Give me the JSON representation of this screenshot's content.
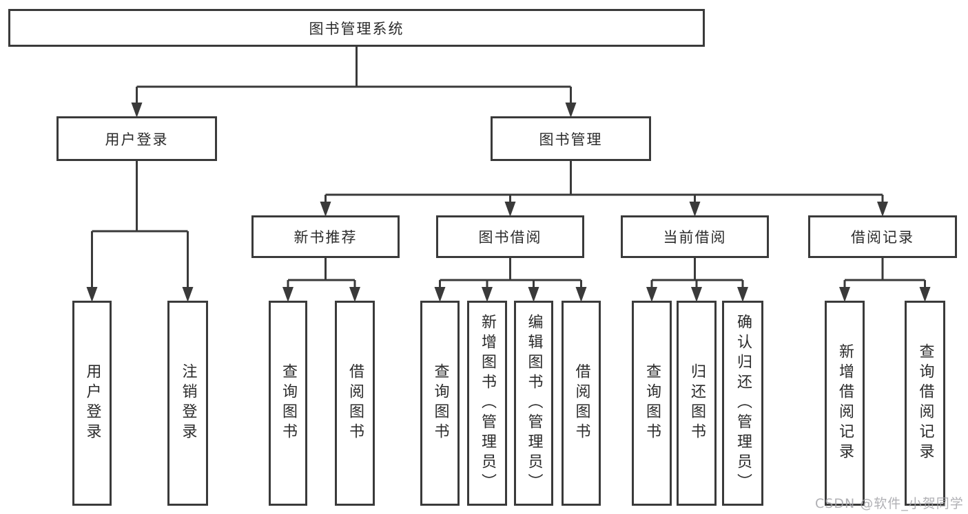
{
  "watermark": {
    "text": "CSDN @软件_小贺同学"
  },
  "colors": {
    "line": "#3a3a3a",
    "box_border": "#3a3a3a",
    "box_fill": "#ffffff",
    "text": "#2b2b2b",
    "watermark": "#a3a3a8"
  },
  "diagram": {
    "title": "图书管理系统",
    "nodes": [
      {
        "id": "root",
        "label": "图书管理系统",
        "orientation": "horizontal"
      },
      {
        "id": "user-login",
        "label": "用户登录",
        "orientation": "horizontal"
      },
      {
        "id": "book-management",
        "label": "图书管理",
        "orientation": "horizontal"
      },
      {
        "id": "new-book-recommend",
        "label": "新书推荐",
        "orientation": "horizontal"
      },
      {
        "id": "book-borrow",
        "label": "图书借阅",
        "orientation": "horizontal"
      },
      {
        "id": "current-borrow",
        "label": "当前借阅",
        "orientation": "horizontal"
      },
      {
        "id": "borrow-records",
        "label": "借阅记录",
        "orientation": "horizontal"
      },
      {
        "id": "login",
        "label": "用户登录",
        "orientation": "vertical"
      },
      {
        "id": "logout",
        "label": "注销登录",
        "orientation": "vertical"
      },
      {
        "id": "query-book-1",
        "label": "查询图书",
        "orientation": "vertical"
      },
      {
        "id": "borrow-book-1",
        "label": "借阅图书",
        "orientation": "vertical"
      },
      {
        "id": "query-book-2",
        "label": "查询图书",
        "orientation": "vertical"
      },
      {
        "id": "add-book-admin",
        "label": "新增图书（管理员）",
        "orientation": "vertical"
      },
      {
        "id": "edit-book-admin",
        "label": "编辑图书（管理员）",
        "orientation": "vertical"
      },
      {
        "id": "borrow-book-2",
        "label": "借阅图书",
        "orientation": "vertical"
      },
      {
        "id": "query-book-3",
        "label": "查询图书",
        "orientation": "vertical"
      },
      {
        "id": "return-book",
        "label": "归还图书",
        "orientation": "vertical"
      },
      {
        "id": "confirm-return-admin",
        "label": "确认归还（管理员）",
        "orientation": "vertical"
      },
      {
        "id": "add-borrow-record",
        "label": "新增借阅记录",
        "orientation": "vertical"
      },
      {
        "id": "query-borrow-record",
        "label": "查询借阅记录",
        "orientation": "vertical"
      }
    ],
    "edges": [
      {
        "from": "root",
        "to": [
          "user-login",
          "book-management"
        ]
      },
      {
        "from": "user-login",
        "to": [
          "login",
          "logout"
        ]
      },
      {
        "from": "book-management",
        "to": [
          "new-book-recommend",
          "book-borrow",
          "current-borrow",
          "borrow-records"
        ]
      },
      {
        "from": "new-book-recommend",
        "to": [
          "query-book-1",
          "borrow-book-1"
        ]
      },
      {
        "from": "book-borrow",
        "to": [
          "query-book-2",
          "add-book-admin",
          "edit-book-admin",
          "borrow-book-2"
        ]
      },
      {
        "from": "current-borrow",
        "to": [
          "query-book-3",
          "return-book",
          "confirm-return-admin"
        ]
      },
      {
        "from": "borrow-records",
        "to": [
          "add-borrow-record",
          "query-borrow-record"
        ]
      }
    ]
  }
}
